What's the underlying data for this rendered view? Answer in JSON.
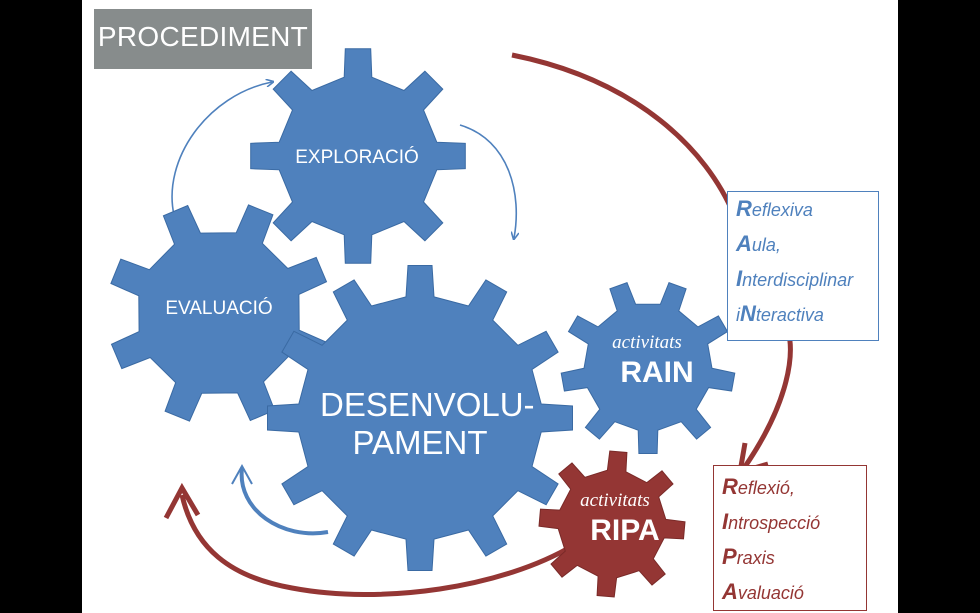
{
  "title": "PROCEDIMENT",
  "gears": {
    "exploracio": "EXPLORACIÓ",
    "evaluacio": "EVALUACIÓ",
    "desenvolupament": [
      "DESENVOLU-",
      "PAMENT"
    ],
    "rain": {
      "prefix": "activitats",
      "name": "RAIN"
    },
    "ripa": {
      "prefix": "activitats",
      "name": "RIPA"
    }
  },
  "rain_acronym": [
    {
      "initial": "R",
      "rest": "eflexiva"
    },
    {
      "initial": "A",
      "rest": "ula,"
    },
    {
      "initial": "I",
      "rest": "nterdisciplinar"
    },
    {
      "initial": "i",
      "mid": "N",
      "rest": "teractiva"
    }
  ],
  "ripa_acronym": [
    {
      "initial": "R",
      "rest": "eflexió,"
    },
    {
      "initial": "I",
      "rest": "ntrospecció"
    },
    {
      "initial": "P",
      "rest": "raxis"
    },
    {
      "initial": "A",
      "rest": "valuació"
    }
  ],
  "colors": {
    "blue": "#4f81bd",
    "red": "#943634",
    "gray": "#878c8c"
  }
}
